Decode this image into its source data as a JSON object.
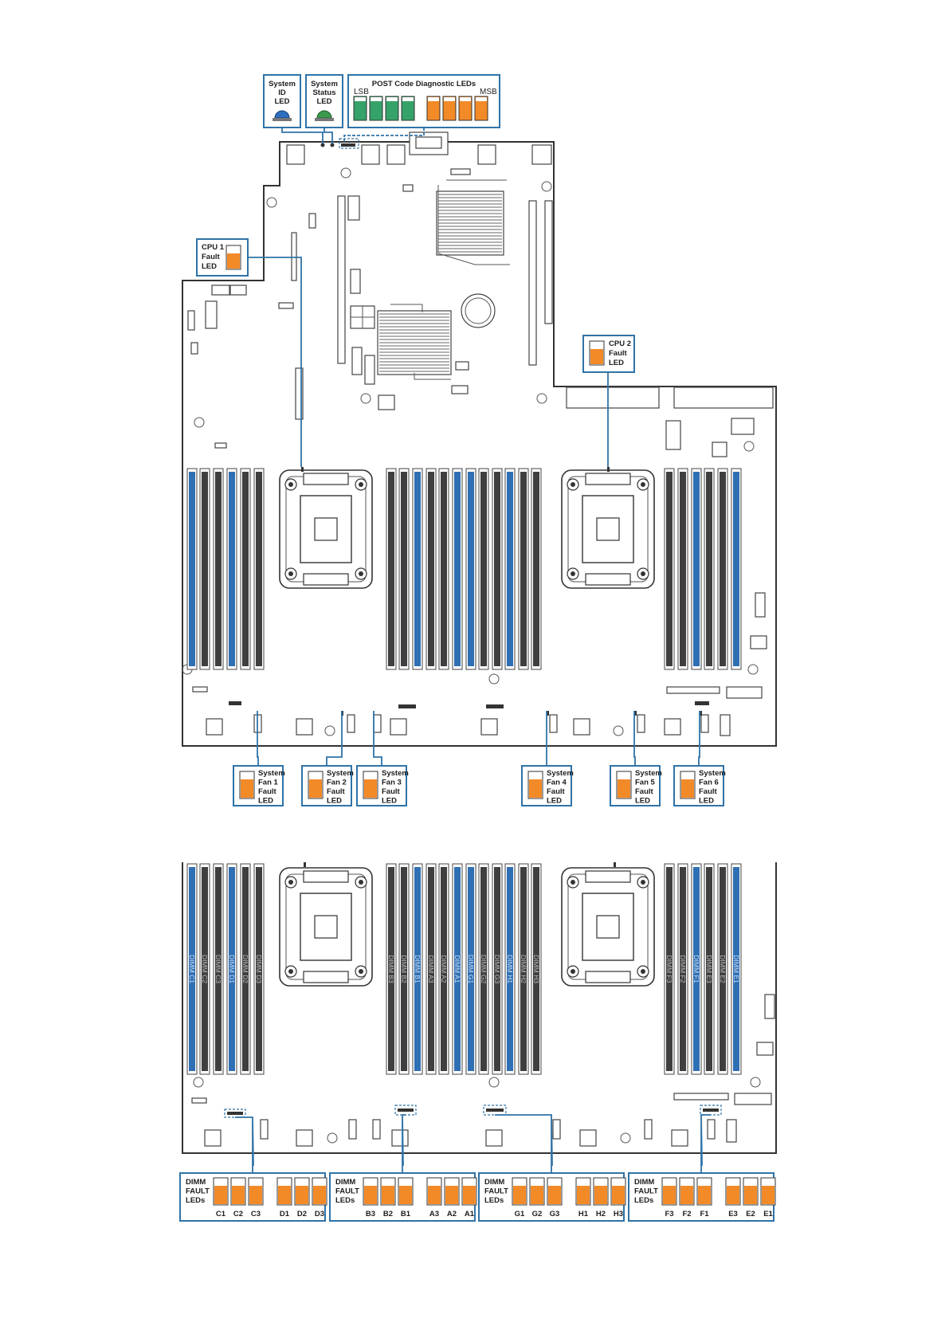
{
  "colors": {
    "callout_border": "#2f73a8",
    "fault_led": "#f28a28",
    "post_led_green": "#35a26a",
    "system_id_led": "#2f6fbf",
    "system_status_led": "#3c9a4e",
    "dimm_black": "#3f3f3f",
    "dimm_blue": "#2f6fb3"
  },
  "top_callouts": {
    "system_id": [
      "System",
      "ID",
      "LED"
    ],
    "system_status": [
      "System",
      "Status",
      "LED"
    ],
    "post_title": "POST Code Diagnostic LEDs",
    "post_lsb": "LSB",
    "post_msb": "MSB",
    "post_leds": [
      "green",
      "green",
      "green",
      "green",
      "orange",
      "orange",
      "orange",
      "orange"
    ]
  },
  "cpu_callouts": {
    "cpu1": [
      "CPU 1",
      "Fault",
      "LED"
    ],
    "cpu2": [
      "CPU 2",
      "Fault",
      "LED"
    ]
  },
  "fan_callouts": [
    {
      "lines": [
        "System",
        "Fan 1",
        "Fault",
        "LED"
      ]
    },
    {
      "lines": [
        "System",
        "Fan 2",
        "Fault",
        "LED"
      ]
    },
    {
      "lines": [
        "System",
        "Fan 3",
        "Fault",
        "LED"
      ]
    },
    {
      "lines": [
        "System",
        "Fan 4",
        "Fault",
        "LED"
      ]
    },
    {
      "lines": [
        "System",
        "Fan 5",
        "Fault",
        "LED"
      ]
    },
    {
      "lines": [
        "System",
        "Fan 6",
        "Fault",
        "LED"
      ]
    }
  ],
  "dimm_fault_groups": [
    {
      "title": [
        "DIMM",
        "FAULT",
        "LEDs"
      ],
      "labels": [
        "C1",
        "C2",
        "C3",
        "D1",
        "D2",
        "D3"
      ]
    },
    {
      "title": [
        "DIMM",
        "FAULT",
        "LEDs"
      ],
      "labels": [
        "B3",
        "B2",
        "B1",
        "A3",
        "A2",
        "A1"
      ]
    },
    {
      "title": [
        "DIMM",
        "FAULT",
        "LEDs"
      ],
      "labels": [
        "G1",
        "G2",
        "G3",
        "H1",
        "H2",
        "H3"
      ]
    },
    {
      "title": [
        "DIMM",
        "FAULT",
        "LEDs"
      ],
      "labels": [
        "F3",
        "F2",
        "F1",
        "E3",
        "E2",
        "E1"
      ]
    }
  ],
  "dimm_slots": {
    "left": [
      {
        "label": "DIMM C1",
        "color": "blue"
      },
      {
        "label": "DIMM C2",
        "color": "black"
      },
      {
        "label": "DIMM C3",
        "color": "black"
      },
      {
        "label": "DIMM D1",
        "color": "blue"
      },
      {
        "label": "DIMM D2",
        "color": "black"
      },
      {
        "label": "DIMM D3",
        "color": "black"
      }
    ],
    "middle": [
      {
        "label": "DIMM B3",
        "color": "black"
      },
      {
        "label": "DIMM B2",
        "color": "black"
      },
      {
        "label": "DIMM B1",
        "color": "blue"
      },
      {
        "label": "DIMM A3",
        "color": "black"
      },
      {
        "label": "DIMM A2",
        "color": "black"
      },
      {
        "label": "DIMM A1",
        "color": "blue"
      },
      {
        "label": "DIMM G1",
        "color": "blue"
      },
      {
        "label": "DIMM G2",
        "color": "black"
      },
      {
        "label": "DIMM G3",
        "color": "black"
      },
      {
        "label": "DIMM H1",
        "color": "blue"
      },
      {
        "label": "DIMM H2",
        "color": "black"
      },
      {
        "label": "DIMM H3",
        "color": "black"
      }
    ],
    "right": [
      {
        "label": "DIMM F3",
        "color": "black"
      },
      {
        "label": "DIMM F2",
        "color": "black"
      },
      {
        "label": "DIMM F1",
        "color": "blue"
      },
      {
        "label": "DIMM E3",
        "color": "black"
      },
      {
        "label": "DIMM E2",
        "color": "black"
      },
      {
        "label": "DIMM E1",
        "color": "blue"
      }
    ]
  }
}
